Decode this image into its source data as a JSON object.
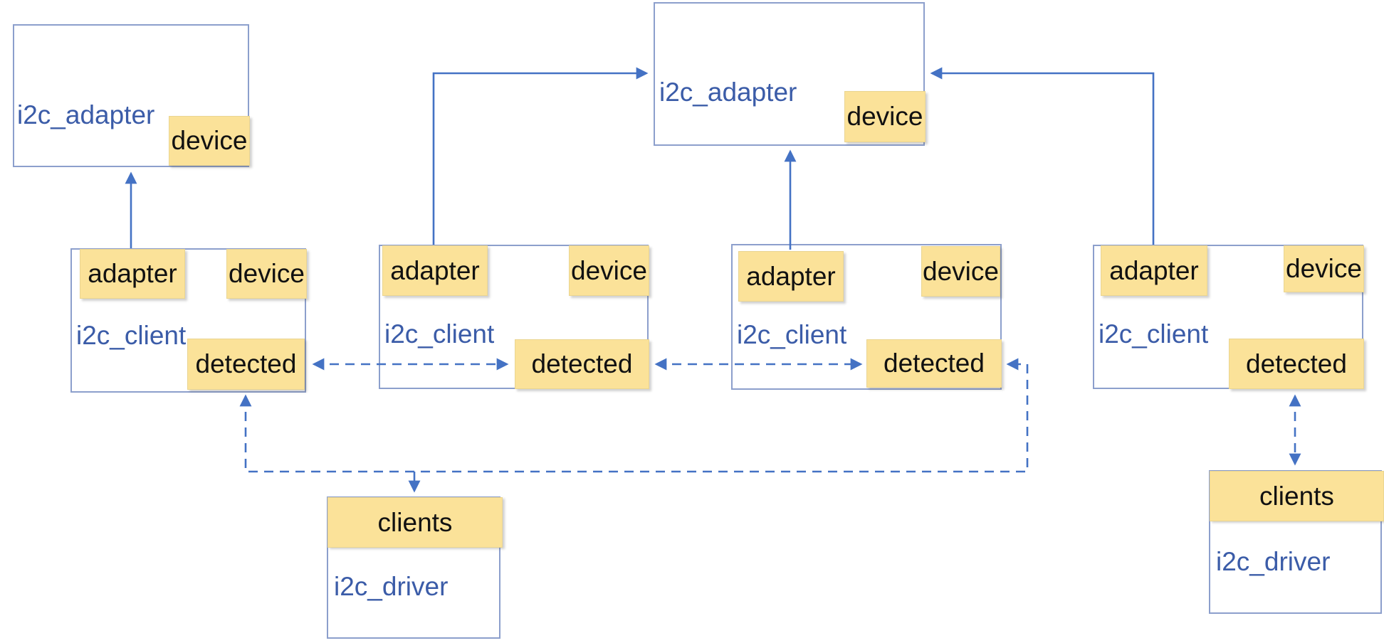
{
  "diagram": {
    "type": "i2c-subsystem-structure-diagram",
    "colors": {
      "arrow_blue": "#4472C4",
      "box_border_blue": "#8C9FCC",
      "struct_label_blue": "#3B5CA8",
      "field_tag_fill": "#FBE299",
      "field_tag_text": "#111111"
    },
    "nodes": {
      "adapter_top_left": {
        "label": "i2c_adapter",
        "tags": {
          "device": "device"
        }
      },
      "adapter_top_center": {
        "label": "i2c_adapter",
        "tags": {
          "device": "device"
        }
      },
      "client_1": {
        "label": "i2c_client",
        "tags": {
          "adapter": "adapter",
          "device": "device",
          "detected": "detected"
        }
      },
      "client_2": {
        "label": "i2c_client",
        "tags": {
          "adapter": "adapter",
          "device": "device",
          "detected": "detected"
        }
      },
      "client_3": {
        "label": "i2c_client",
        "tags": {
          "adapter": "adapter",
          "device": "device",
          "detected": "detected"
        }
      },
      "client_4": {
        "label": "i2c_client",
        "tags": {
          "adapter": "adapter",
          "device": "device",
          "detected": "detected"
        }
      },
      "driver_bottom_center": {
        "label": "i2c_driver",
        "tags": {
          "clients": "clients"
        }
      },
      "driver_bottom_right": {
        "label": "i2c_driver",
        "tags": {
          "clients": "clients"
        }
      }
    },
    "edges": [
      {
        "name": "client1-adapter-to-adapter-top-left",
        "style": "solid",
        "arrowheads": [
          "end"
        ]
      },
      {
        "name": "client2-adapter-to-adapter-top-center",
        "style": "solid",
        "arrowheads": [
          "end"
        ]
      },
      {
        "name": "client3-adapter-to-adapter-top-center",
        "style": "solid",
        "arrowheads": [
          "end"
        ]
      },
      {
        "name": "client4-adapter-to-adapter-top-center",
        "style": "solid",
        "arrowheads": [
          "end"
        ]
      },
      {
        "name": "client1-detected-to-client2-detected",
        "style": "dashed",
        "arrowheads": [
          "start",
          "end"
        ]
      },
      {
        "name": "client2-detected-to-client3-detected",
        "style": "dashed",
        "arrowheads": [
          "start",
          "end"
        ]
      },
      {
        "name": "client3-detected-loop-to-client1-detected",
        "style": "dashed",
        "arrowheads": [
          "start",
          "end"
        ]
      },
      {
        "name": "detected-loop-branch-to-driver-clients",
        "style": "solid",
        "arrowheads": [
          "end"
        ]
      },
      {
        "name": "client4-detected-to-driver-right-clients",
        "style": "dashed",
        "arrowheads": [
          "start",
          "end"
        ]
      }
    ]
  }
}
